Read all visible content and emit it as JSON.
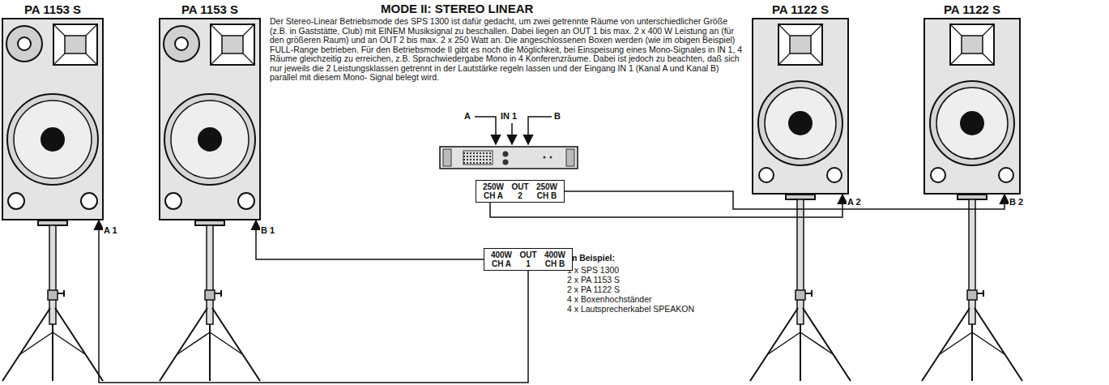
{
  "diagram": {
    "title": "MODE II: STEREO LINEAR",
    "nodes": [
      {
        "text": [
          "PA 1153 S"
        ]
      },
      {
        "text": [
          "PA 1153 S"
        ]
      },
      {
        "text": [
          "PA 1122 S"
        ]
      },
      {
        "text": [
          "PA 1122 S"
        ]
      },
      {
        "text": [
          "250W CH A",
          "OUT 2",
          "250W CH B"
        ]
      },
      {
        "text": [
          "400W CH A",
          "OUT 1",
          "400W CH B"
        ]
      }
    ],
    "edges": [
      {
        "from": 5,
        "to": 0,
        "arrow": "to",
        "label": "A 1"
      },
      {
        "from": 5,
        "to": 1,
        "arrow": "to",
        "label": "B 1"
      },
      {
        "from": 4,
        "to": 2,
        "arrow": "to",
        "label": "A 2"
      },
      {
        "from": 4,
        "to": 3,
        "arrow": "to",
        "label": "B 2"
      }
    ],
    "labels": [
      "Der Stereo-Linear Betriebsmode des SPS 1300 ist dafür gedacht, um zwei getrennte Räume von unterschiedlicher Größe (z.B. in Gaststätte, Club) mit EINEM Musiksignal zu beschallen. Dabei liegen an OUT 1 bis max. 2 x 400 W Leistung an (für den größeren Raum) und an OUT 2 bis max. 2 x 250 Watt an. Die angeschlossenen Boxen werden (wie im obigen Beispiel) FULL-Range betrieben. Für den Betriebsmode II gibt es noch die Möglichkeit, bei Einspeisung eines Mono-Signales in IN 1, 4 Räume gleichzeitig zu erreichen, z.B. Sprachwiedergabe Mono in 4 Konferenzräume. Dabei ist jedoch zu beachten, daß sich nur jeweils die 2 Leistungsklassen getrennt in der Lautstärke regeln lassen und der Eingang IN 1 (Kanal A und Kanal B) parallel mit diesem Mono- Signal belegt wird.",
      "A",
      "IN 1",
      "B",
      "im Beispiel:",
      "1 x SPS 1300",
      "2 x PA 1153 S",
      "2 x PA 1122 S",
      "4 x Boxenhochständer",
      "4 x Lautsprecherkabel SPEAKON"
    ]
  }
}
